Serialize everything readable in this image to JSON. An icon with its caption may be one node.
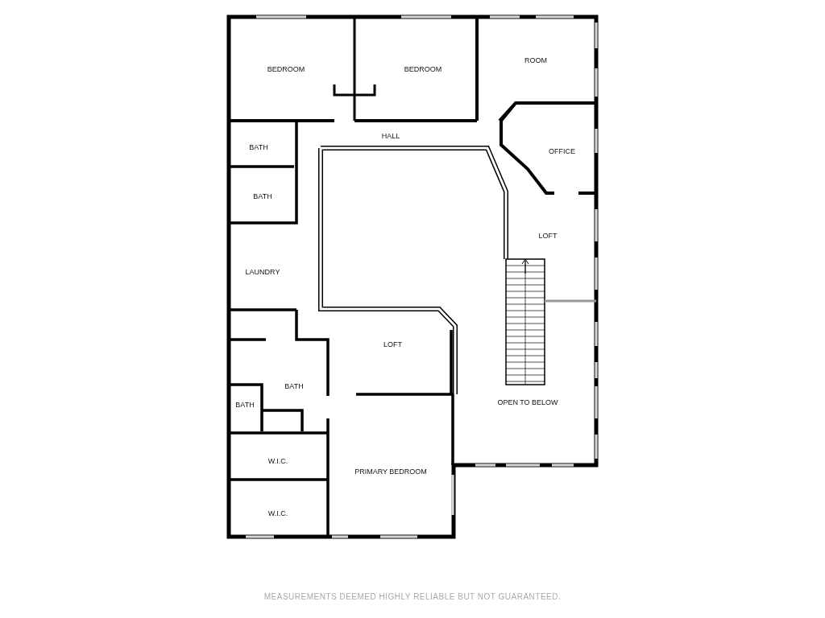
{
  "diagram": {
    "nodes": [
      {
        "text": [
          "BEDROOM"
        ]
      },
      {
        "text": [
          "BEDROOM"
        ]
      },
      {
        "text": [
          "ROOM"
        ]
      },
      {
        "text": [
          "HALL"
        ]
      },
      {
        "text": [
          "OFFICE"
        ]
      },
      {
        "text": [
          "BATH"
        ]
      },
      {
        "text": [
          "BATH"
        ]
      },
      {
        "text": [
          "LOFT"
        ]
      },
      {
        "text": [
          "LAUNDRY"
        ]
      },
      {
        "text": [
          "LOFT"
        ]
      },
      {
        "text": [
          "BATH"
        ]
      },
      {
        "text": [
          "BATH"
        ]
      },
      {
        "text": [
          "OPEN TO BELOW"
        ]
      },
      {
        "text": [
          "W.I.C."
        ]
      },
      {
        "text": [
          "PRIMARY BEDROOM"
        ]
      },
      {
        "text": [
          "W.I.C."
        ]
      }
    ],
    "edges": [],
    "labels": [
      "MEASUREMENTS DEEMED HIGHLY RELIABLE BUT NOT GUARANTEED."
    ]
  }
}
